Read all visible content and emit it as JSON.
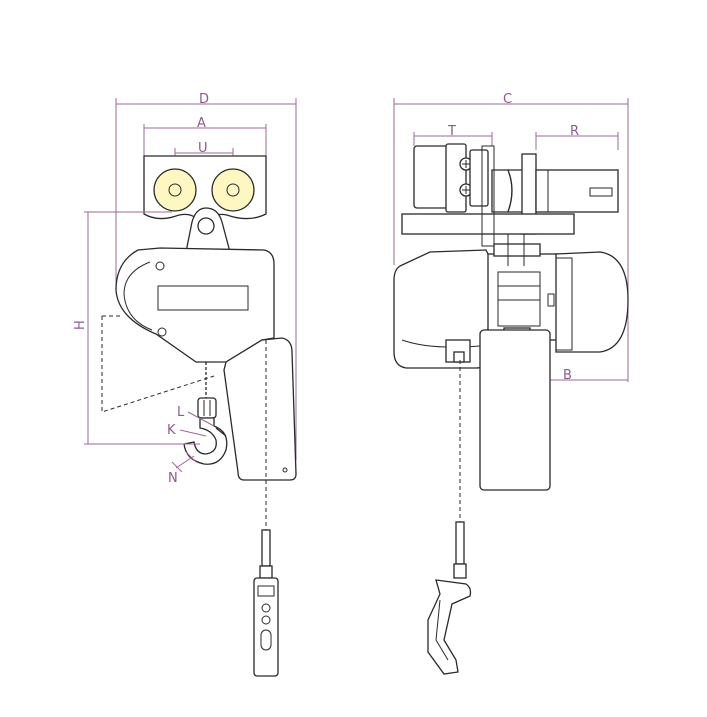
{
  "diagram": {
    "colors": {
      "line": "#2a2a2a",
      "dimension": "#9b6a9b",
      "label": "#8e5a8e",
      "hole_fill": "#fff7c2"
    },
    "labels": {
      "D": "D",
      "A": "A",
      "U": "U",
      "H": "H",
      "L": "L",
      "K": "K",
      "N": "N",
      "C": "C",
      "T": "T",
      "R": "R",
      "B": "B"
    }
  }
}
